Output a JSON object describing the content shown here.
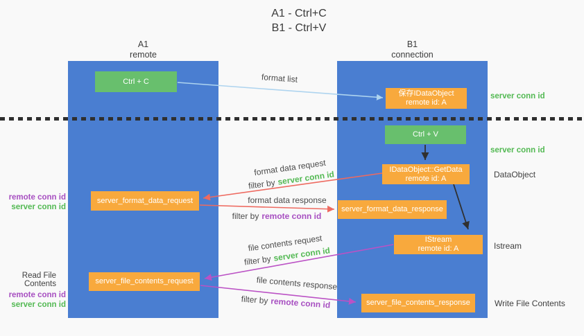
{
  "title": {
    "line1": "A1 - Ctrl+C",
    "line2": "B1 - Ctrl+V"
  },
  "columns": {
    "left": {
      "name": "A1",
      "role": "remote"
    },
    "right": {
      "name": "B1",
      "role": "connection"
    }
  },
  "nodes": {
    "ctrl_c": "Ctrl + C",
    "save_idataobject": {
      "line1": "保存IDataObject",
      "line2": "remote id: A"
    },
    "ctrl_v": "Ctrl + V",
    "getdata": {
      "line1": "IDataObject::GetData",
      "line2": "remote id: A"
    },
    "format_request": "server_format_data_request",
    "format_response": "server_format_data_response",
    "istream": {
      "line1": "IStream",
      "line2": "remote id: A"
    },
    "file_request": "server_file_contents_request",
    "file_response": "server_file_contents_response"
  },
  "arrow_labels": {
    "format_list": "format list",
    "format_data_request": "format data request",
    "format_data_response": "format data response",
    "file_contents_request": "file contents request",
    "file_contents_response": "file contents response",
    "filter_by_1": "filter by",
    "filter_by_2": "filter by",
    "filter_by_3": "filter by",
    "filter_by_4": "filter by",
    "server_conn_id_a": "server conn id",
    "remote_conn_id_a": "remote conn id",
    "server_conn_id_b": "server conn id",
    "remote_conn_id_b": "remote conn id"
  },
  "side_labels": {
    "server_conn_id_top": "server conn id",
    "server_conn_id_mid": "server conn id",
    "dataobject": "DataObject",
    "istream": "Istream",
    "write_file_contents": "Write File Contents",
    "read_file_contents": "Read File Contents",
    "remote_conn_id_1": "remote conn id",
    "server_conn_id_1": "server conn id",
    "remote_conn_id_2": "remote conn id",
    "server_conn_id_2": "server conn id"
  },
  "colors": {
    "lifeline_blue": "#4a7ed1",
    "action_green": "#68bf6d",
    "message_orange": "#f8a93d",
    "arrow_red": "#ee6a60",
    "arrow_magenta": "#bb52c5",
    "arrow_light_blue": "#aed4ef",
    "arrow_black": "#303030",
    "server_conn_green": "#53b953",
    "remote_conn_purple": "#a74fc1"
  }
}
